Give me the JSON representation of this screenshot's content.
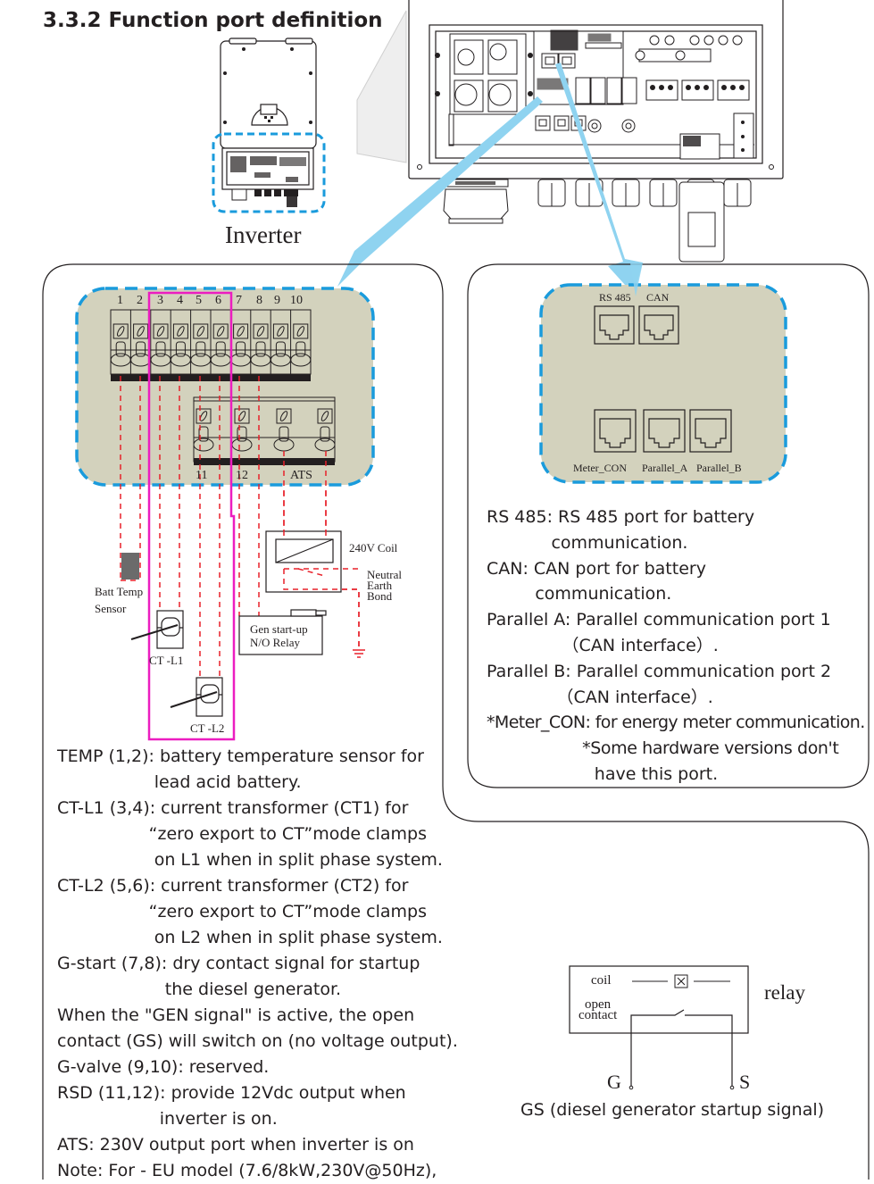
{
  "header": {
    "section_title": "3.3.2  Function port definition"
  },
  "overview": {
    "inverter_label": "Inverter"
  },
  "left_diagram": {
    "terminal_numbers": [
      "1",
      "2",
      "3",
      "4",
      "5",
      "6",
      "7",
      "8",
      "9",
      "10"
    ],
    "lower_terminal_labels": [
      "11",
      "12",
      "ATS"
    ],
    "batt_temp_label_line1": "Batt Temp",
    "batt_temp_label_line2": "Sensor",
    "ct_l1_label": "CT -L1",
    "ct_l2_label": "CT -L2",
    "coil_label": "240V Coil",
    "neutral_label_line1": "Neutral",
    "neutral_label_line2": "Earth",
    "neutral_label_line3": "Bond",
    "gen_relay_line1": "Gen start-up",
    "gen_relay_line2": "N/O Relay"
  },
  "right_diagram": {
    "ports": {
      "rs485": "RS 485",
      "can": "CAN",
      "meter_con": "Meter_CON",
      "parallel_a": "Parallel_A",
      "parallel_b": "Parallel_B"
    }
  },
  "right_descriptions": [
    "RS 485: RS 485 port for battery",
    "            communication.",
    "CAN: CAN port for battery",
    "         communication.",
    "Parallel A: Parallel communication port 1",
    "              （CAN interface）.",
    "Parallel B: Parallel communication port 2",
    "             （CAN interface）.",
    "*Meter_CON: for energy meter communication.",
    "                   *Some hardware versions don't",
    "                    have this port."
  ],
  "left_descriptions": [
    "TEMP (1,2): battery temperature sensor for",
    "                  lead acid battery.",
    "CT-L1 (3,4): current transformer (CT1) for",
    "                 “zero export to CT”mode clamps",
    "                  on L1 when in split phase system.",
    "CT-L2 (5,6): current transformer (CT2) for",
    "                 “zero export to CT”mode clamps",
    "                  on L2 when in split phase system.",
    "G-start (7,8): dry contact signal for startup",
    "                    the diesel generator.",
    "When the \"GEN signal\" is active, the open",
    "contact (GS) will switch on (no voltage output).",
    "G-valve (9,10): reserved.",
    "RSD (11,12): provide 12Vdc output when",
    "                   inverter is on.",
    "ATS: 230V output port when inverter is on",
    "Note: For - EU model (7.6/8kW,230V@50Hz),"
  ],
  "relay_diagram": {
    "coil_label": "coil",
    "open_label_line1": "open",
    "open_label_line2": "contact",
    "relay_label": "relay",
    "g_label": "G",
    "s_label": "S",
    "caption": "GS (diesel generator startup signal)"
  },
  "colors": {
    "highlight_dash": "#1a9bdc",
    "callout_arrow": "#8fd3f0",
    "panel_fill": "#d3d2bd",
    "wire_red": "#e8212a",
    "magenta_box": "#ec1dc0",
    "ink": "#231f20"
  }
}
